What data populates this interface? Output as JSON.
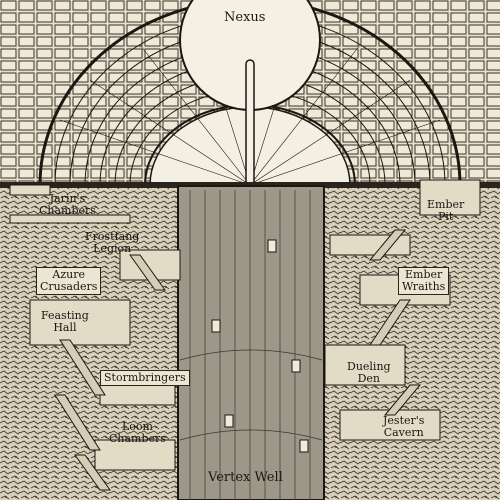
{
  "map": {
    "title": "Nexus",
    "bottom_label": "Vertex Well",
    "rooms_left": [
      {
        "id": "jarins",
        "label": "Jarin's\nChambers"
      },
      {
        "id": "frostfang",
        "label": "Frostfang\nLegion"
      },
      {
        "id": "azure",
        "label": "Azure\nCrusaders"
      },
      {
        "id": "feasting",
        "label": "Feasting\nHall"
      },
      {
        "id": "stormbringers",
        "label": "Stormbringers"
      },
      {
        "id": "loom",
        "label": "Loom\nChambers"
      }
    ],
    "rooms_right": [
      {
        "id": "ember-pit",
        "label": "Ember\nPit"
      },
      {
        "id": "ember-wraiths",
        "label": "Ember\nWraiths"
      },
      {
        "id": "dueling",
        "label": "Dueling\nDen"
      },
      {
        "id": "jesters",
        "label": "Jester's\nCavern"
      }
    ],
    "colors": {
      "paper": "#e9e2cf",
      "ink": "#1b1712",
      "rock": "#8f8a7c"
    }
  }
}
